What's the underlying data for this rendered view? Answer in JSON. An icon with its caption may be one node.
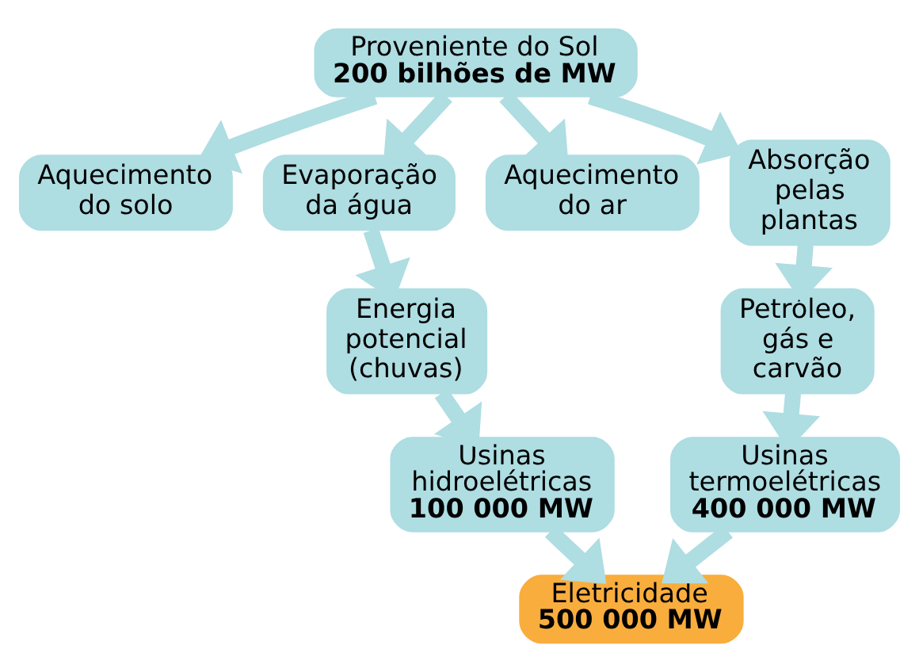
{
  "diagram": {
    "nodes": [
      {
        "text": [
          "Proveniente do Sol",
          "200 bilhões de MW"
        ]
      },
      {
        "text": [
          "Aquecimento do solo"
        ]
      },
      {
        "text": [
          "Evaporação da água"
        ]
      },
      {
        "text": [
          "Aquecimento do ar"
        ]
      },
      {
        "text": [
          "Absorção pelas plantas"
        ]
      },
      {
        "text": [
          "Energia potencial (chuvas)"
        ]
      },
      {
        "text": [
          "Petróleo, gás e carvão"
        ]
      },
      {
        "text": [
          "Usinas hidroelétricas",
          "100 000 MW"
        ]
      },
      {
        "text": [
          "Usinas termoelétricas",
          "400 000 MW"
        ]
      },
      {
        "text": [
          "Eletricidade",
          "500 000 MW"
        ]
      }
    ],
    "edges": [
      {
        "from": 0,
        "to": 1,
        "arrow": "to"
      },
      {
        "from": 0,
        "to": 2,
        "arrow": "to"
      },
      {
        "from": 0,
        "to": 3,
        "arrow": "to"
      },
      {
        "from": 0,
        "to": 4,
        "arrow": "to"
      },
      {
        "from": 2,
        "to": 5,
        "arrow": "to"
      },
      {
        "from": 4,
        "to": 6,
        "arrow": "to"
      },
      {
        "from": 5,
        "to": 7,
        "arrow": "to"
      },
      {
        "from": 6,
        "to": 8,
        "arrow": "to"
      },
      {
        "from": 7,
        "to": 9,
        "arrow": "to"
      },
      {
        "from": 8,
        "to": 9,
        "arrow": "to"
      }
    ]
  }
}
